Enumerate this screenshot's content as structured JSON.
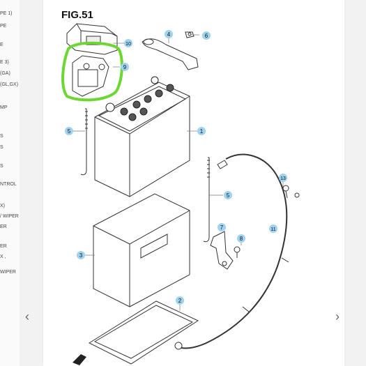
{
  "sidebar": {
    "items": [
      "PE 1)",
      "PE",
      "E",
      "E 3)",
      "(GA)",
      "(GL,GX)",
      "MP",
      "S",
      "S",
      "S",
      "NTROL",
      "X)",
      "/ WIPER",
      "ER",
      "ER",
      "X ,",
      "WIPER"
    ]
  },
  "figure": {
    "title": "FIG.51",
    "callouts": [
      "1",
      "2",
      "3",
      "4",
      "5",
      "5",
      "6",
      "7",
      "8",
      "9",
      "10",
      "11",
      "13"
    ]
  },
  "nav": {
    "prev_icon": "‹",
    "next_icon": "›"
  },
  "colors": {
    "callout": "#9fd3f0",
    "highlight": "#6cd633",
    "line": "#333333"
  }
}
